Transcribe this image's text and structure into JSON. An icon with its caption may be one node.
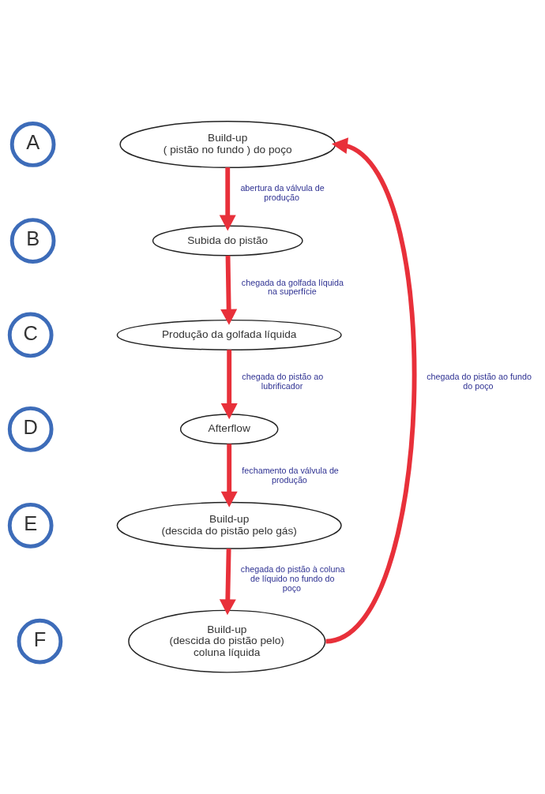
{
  "diagram": {
    "nodes": [
      {
        "text": [
          "A"
        ]
      },
      {
        "text": [
          "Build-up",
          "( pistão no fundo ) do poço"
        ]
      },
      {
        "text": [
          "B"
        ]
      },
      {
        "text": [
          "Subida do pistão"
        ]
      },
      {
        "text": [
          "C"
        ]
      },
      {
        "text": [
          "Produção da golfada líquida"
        ]
      },
      {
        "text": [
          "D"
        ]
      },
      {
        "text": [
          "Afterflow"
        ]
      },
      {
        "text": [
          "E"
        ]
      },
      {
        "text": [
          "Build-up",
          "(descida do pistão pelo gás)"
        ]
      },
      {
        "text": [
          "F"
        ]
      },
      {
        "text": [
          "Build-up",
          "(descida do pistão pelo) coluna líquida"
        ]
      }
    ],
    "edges": [
      {
        "from": 1,
        "to": 3,
        "arrow": "to",
        "label": "abertura da válvula de produção"
      },
      {
        "from": 3,
        "to": 5,
        "arrow": "to",
        "label": "chegada da golfada líquida na superfície"
      },
      {
        "from": 5,
        "to": 7,
        "arrow": "to",
        "label": "chegada do pistão ao lubrificador"
      },
      {
        "from": 7,
        "to": 9,
        "arrow": "to",
        "label": "fechamento da válvula de produção"
      },
      {
        "from": 9,
        "to": 11,
        "arrow": "to",
        "label": "chegada do pistão à coluna de líquido no fundo do poço"
      },
      {
        "from": 11,
        "to": 1,
        "arrow": "to",
        "label": "chegada do pistão ao fundo do poço"
      }
    ]
  }
}
